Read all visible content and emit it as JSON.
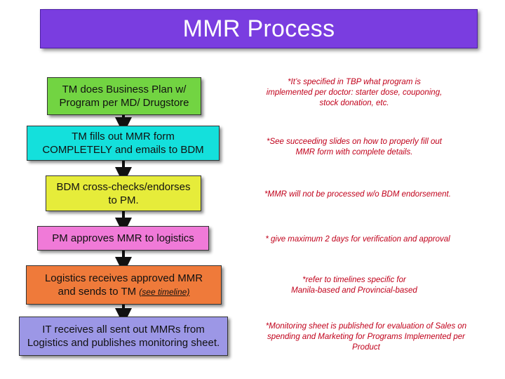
{
  "slide": {
    "title": "MMR Process",
    "colors": {
      "title_bg": "#7a3de0",
      "step1": "#72d442",
      "step2": "#14e0dc",
      "step3": "#e6ec3a",
      "step4": "#f07ad8",
      "step5": "#ef7a3a",
      "step6": "#9c97e6",
      "note_text": "#c0001a"
    }
  },
  "steps": [
    {
      "line1": "TM does Business Plan w/",
      "line2": "Program per MD/ Drugstore"
    },
    {
      "line1": "TM fills out MMR form",
      "line2": "COMPLETELY and emails to BDM"
    },
    {
      "line1": "BDM cross-checks/endorses",
      "line2": "to PM."
    },
    {
      "line1": "PM approves MMR to logistics"
    },
    {
      "line1": "Logistics receives approved MMR",
      "line2": "and sends to TM ",
      "link": "(see timeline)"
    },
    {
      "line1": "IT receives all sent out MMRs from",
      "line2": "Logistics and publishes monitoring sheet."
    }
  ],
  "notes": [
    {
      "line1": "*It’s specified in TBP what program is",
      "line2": "implemented per doctor: starter dose, couponing,",
      "line3": "stock donation, etc."
    },
    {
      "line1": "*See succeeding slides on how to properly fill out",
      "line2": "MMR form with complete details."
    },
    {
      "line1": "*MMR will not be processed w/o BDM endorsement."
    },
    {
      "line1": "* give maximum 2 days for verification and approval"
    },
    {
      "line1": "*refer to timelines specific for",
      "line2": "Manila-based and Provincial-based"
    },
    {
      "line1": "*Monitoring sheet is published for evaluation of Sales on",
      "line2": "spending and Marketing for Programs Implemented per",
      "line3": "Product"
    }
  ]
}
